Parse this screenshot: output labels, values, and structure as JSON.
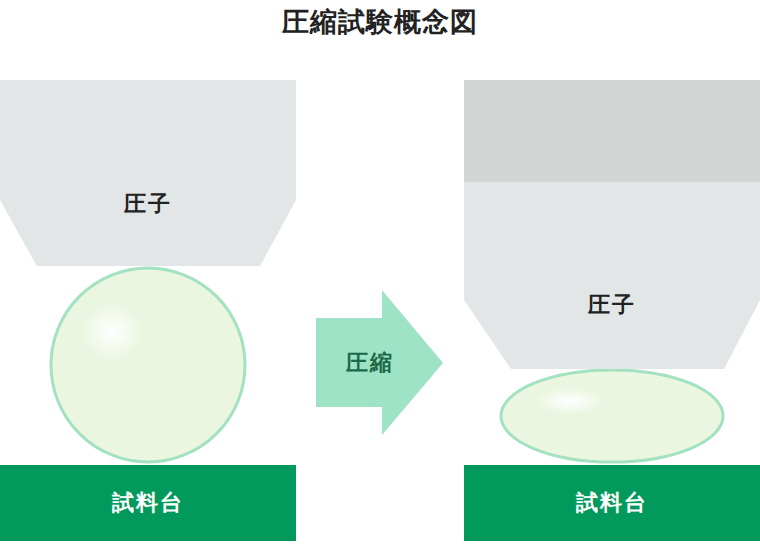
{
  "diagram": {
    "title": "圧縮試験概念図",
    "nodes": [
      {
        "text": [
          "圧子"
        ]
      },
      {
        "text": [
          "試料台"
        ]
      },
      {
        "text": [
          "圧縮"
        ]
      },
      {
        "text": [
          "圧子"
        ]
      },
      {
        "text": [
          "試料台"
        ]
      }
    ]
  }
}
